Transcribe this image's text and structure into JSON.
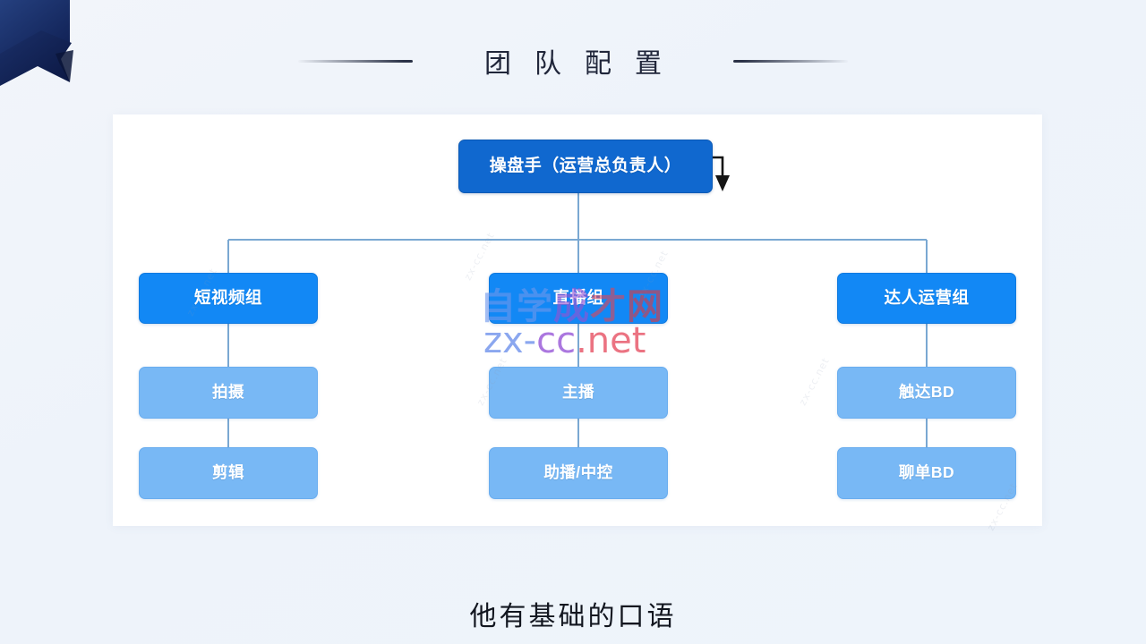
{
  "slide": {
    "title": "团队配置",
    "caption": "他有基础的口语",
    "decor": {
      "corner_ribbon": "navy-ribbon",
      "ribbon_color": "#1b2f6b",
      "rule_color": "#2b3247"
    },
    "background_color": "#eef3fa",
    "card_color": "#ffffff"
  },
  "watermark": {
    "logo_parts": [
      "自",
      "学",
      "成",
      "才",
      "网"
    ],
    "logo_text": "自学成才网",
    "url_parts": [
      "zx-",
      "cc",
      ".net"
    ],
    "url_text": "zx-cc.net",
    "tile_text": "zx-cc.net"
  },
  "org_chart": {
    "root": {
      "id": "root",
      "label": "操盘手（运营总负责人）",
      "level": "root",
      "color": "#1068cf"
    },
    "branches": [
      {
        "id": "short-video",
        "label": "短视频组",
        "level": "group",
        "color": "#1288f5",
        "children": [
          {
            "id": "shooting",
            "label": "拍摄",
            "level": "leaf",
            "color": "#78b8f5"
          },
          {
            "id": "editing",
            "label": "剪辑",
            "level": "leaf",
            "color": "#78b8f5"
          }
        ]
      },
      {
        "id": "live-stream",
        "label": "直播组",
        "level": "group",
        "color": "#1288f5",
        "children": [
          {
            "id": "host",
            "label": "主播",
            "level": "leaf",
            "color": "#78b8f5"
          },
          {
            "id": "assistant-host",
            "label": "助播/中控",
            "level": "leaf",
            "color": "#78b8f5"
          }
        ]
      },
      {
        "id": "talent-ops",
        "label": "达人运营组",
        "level": "group",
        "color": "#1288f5",
        "children": [
          {
            "id": "outreach-bd",
            "label": "触达BD",
            "level": "leaf",
            "color": "#78b8f5"
          },
          {
            "id": "chat-bd",
            "label": "聊单BD",
            "level": "leaf",
            "color": "#78b8f5"
          }
        ]
      }
    ],
    "connector_color": "#7aa8d2",
    "pointer_color": "#151515"
  }
}
